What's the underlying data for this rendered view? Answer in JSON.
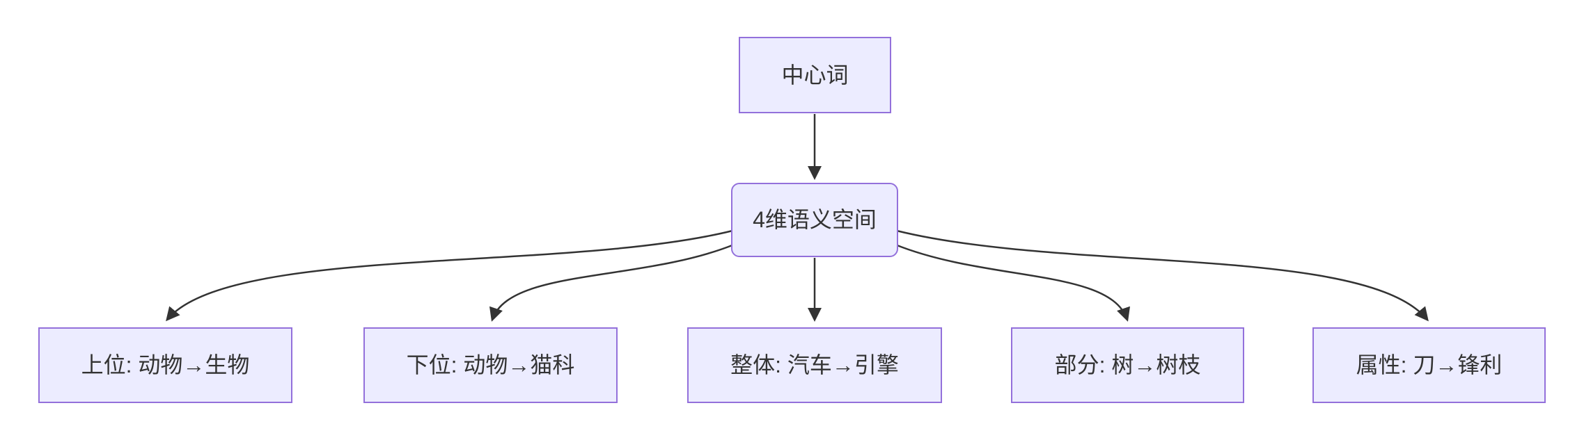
{
  "diagram": {
    "type": "flowchart",
    "direction": "top-down",
    "colors": {
      "background": "#ffffff",
      "node_fill": "#ECECFF",
      "node_border": "#9370DB",
      "edge": "#333333",
      "text": "#333333"
    },
    "nodes": {
      "root": {
        "label": "中心词"
      },
      "hub": {
        "label": "4维语义空间"
      },
      "hyper": {
        "label": "上位: 动物→生物"
      },
      "hypo": {
        "label": "下位: 动物→猫科"
      },
      "holo": {
        "label": "整体: 汽车→引擎"
      },
      "mero": {
        "label": "部分: 树→树枝"
      },
      "attr": {
        "label": "属性: 刀→锋利"
      }
    },
    "edges": [
      {
        "from": "中心词",
        "to": "4维语义空间"
      },
      {
        "from": "4维语义空间",
        "to": "上位: 动物→生物"
      },
      {
        "from": "4维语义空间",
        "to": "下位: 动物→猫科"
      },
      {
        "from": "4维语义空间",
        "to": "整体: 汽车→引擎"
      },
      {
        "from": "4维语义空间",
        "to": "部分: 树→树枝"
      },
      {
        "from": "4维语义空间",
        "to": "属性: 刀→锋利"
      }
    ]
  }
}
